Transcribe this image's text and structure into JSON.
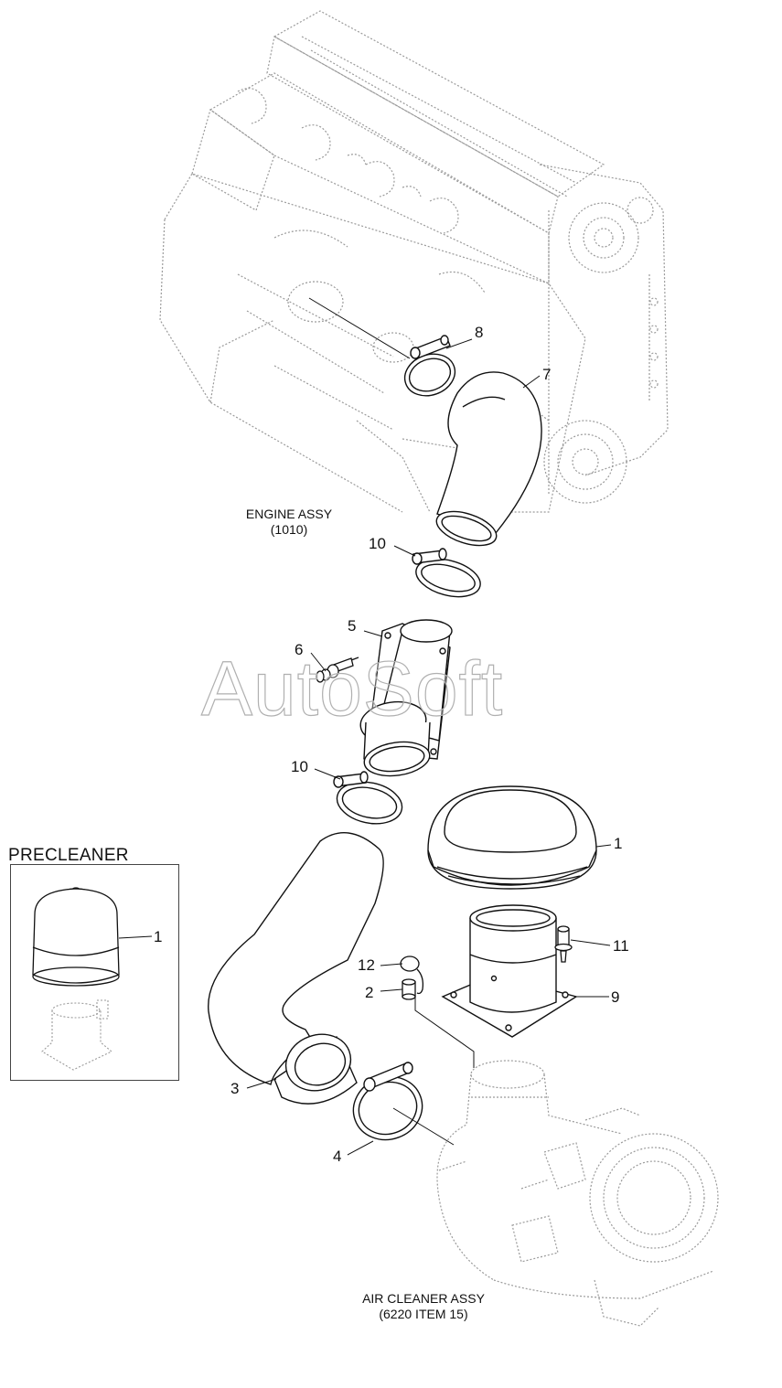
{
  "watermark": "AutoSoft",
  "captions": {
    "engine_line1": "ENGINE ASSY",
    "engine_line2": "(1010)",
    "aircleaner_line1": "AIR CLEANER ASSY",
    "aircleaner_line2": "(6220 ITEM 15)"
  },
  "precleaner": {
    "title": "PRECLEANER",
    "callout": "1"
  },
  "callouts": {
    "c8": "8",
    "c7": "7",
    "c10_top": "10",
    "c5": "5",
    "c6": "6",
    "c10_mid": "10",
    "c1": "1",
    "c11": "11",
    "c12": "12",
    "c2": "2",
    "c9": "9",
    "c3": "3",
    "c4": "4"
  }
}
